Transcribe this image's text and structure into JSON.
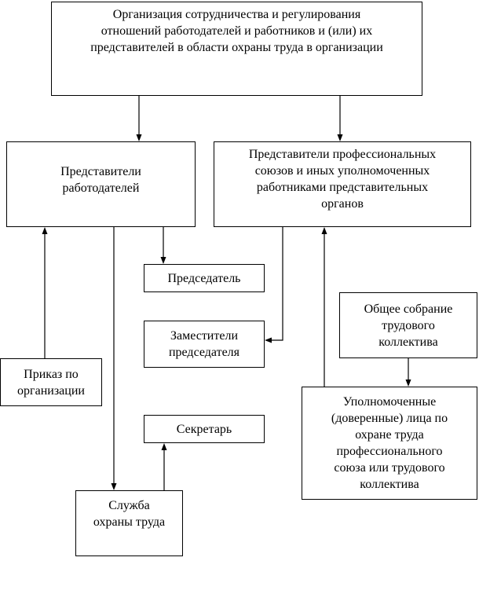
{
  "boxes": {
    "org": "Организация сотрудничества и регулирования\nотношений работодателей и работников и (или) их\nпредставителей в области охраны труда в организации",
    "employers": "Представители\nработодателей",
    "unions": "Представители профессиональных\nсоюзов и иных уполномоченных\nработниками представительных\nорганов",
    "chairman": "Председатель",
    "deputies": "Заместители\nпредседателя",
    "general_meeting": "Общее собрание\nтрудового\nколлектива",
    "order": "Приказ по\nорганизации",
    "authorized": "Уполномоченные\n(доверенные) лица по\nохране труда\nпрофессионального\nсоюза или трудового\nколлектива",
    "secretary": "Секретарь",
    "safety_service": "Служба\nохраны труда"
  }
}
